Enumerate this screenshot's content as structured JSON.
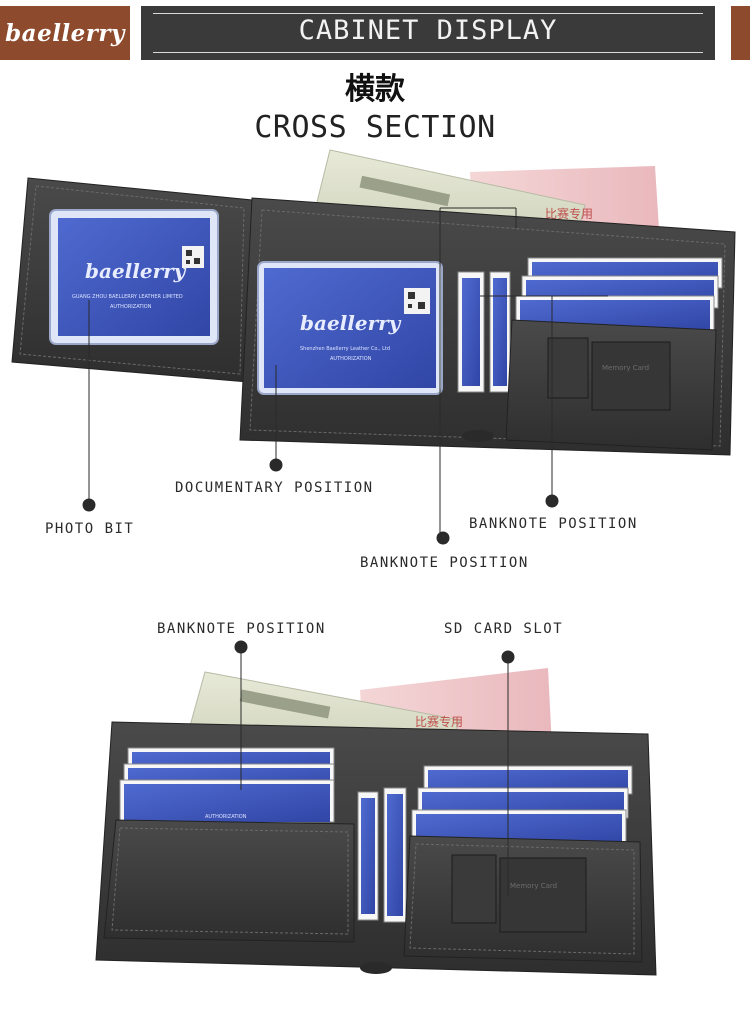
{
  "header": {
    "brand": "baellerry",
    "title": "CABINET DISPLAY",
    "subtitle_cn": "横款",
    "subtitle_en": "CROSS SECTION"
  },
  "card_text": {
    "brand": "baellerry",
    "line1_left": "GUANG ZHOU BAELLERRY LEATHER LIMITED",
    "line2_left": "AUTHORIZATION",
    "line1_center": "Shenzhen Baellerry Leather Co., Ltd",
    "line2_center": "AUTHORIZATION",
    "card_small": "AUTHORIZATION",
    "sd_tab": "Memory Card",
    "bill_cn": "比赛专用"
  },
  "callouts_top": {
    "photo_bit": "PHOTO BIT",
    "documentary_position": "DOCUMENTARY POSITION",
    "banknote_position_center": "BANKNOTE POSITION",
    "banknote_position_right": "BANKNOTE POSITION"
  },
  "callouts_bottom": {
    "banknote_position": "BANKNOTE POSITION",
    "sd_card_slot": "SD CARD SLOT"
  },
  "colors": {
    "brand": "#8e4a2c",
    "title_bar": "#3a3a3a",
    "leather": "#3b3b3b",
    "card_blue": "#3f58b8"
  }
}
